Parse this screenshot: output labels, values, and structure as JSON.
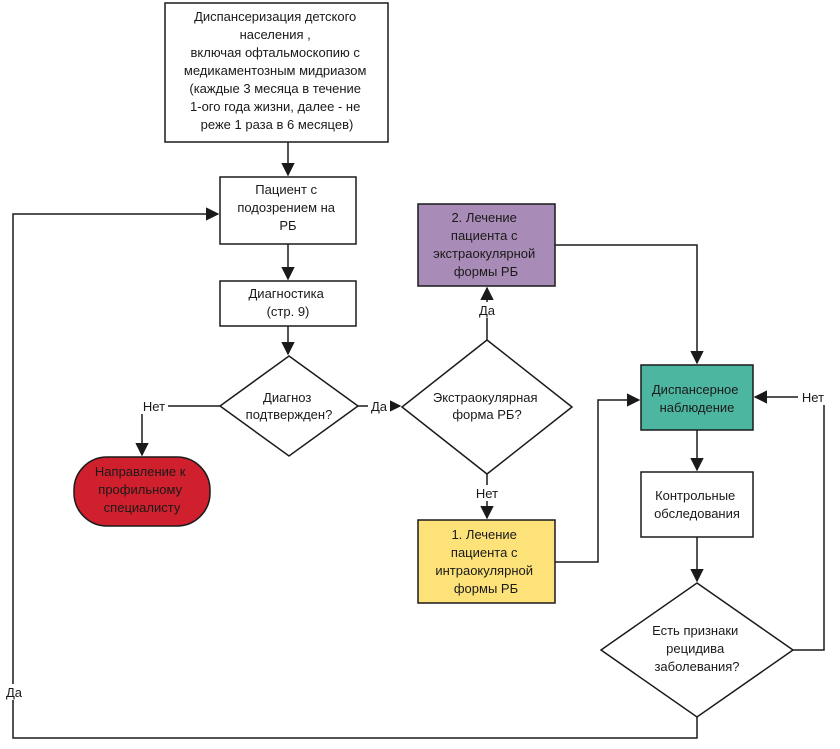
{
  "nodes": {
    "dispensary_children": {
      "lines": [
        "Диспансеризация детского",
        "населения ,",
        "включая офтальмоскопию с",
        "медикаментозным мидриазом",
        "(каждые 3 месяца в течение",
        "1-ого года жизни, далее - не",
        "реже 1 раза в 6 месяцев)"
      ]
    },
    "suspected_patient": {
      "lines": [
        "Пациент с",
        "подозрением на",
        "РБ"
      ]
    },
    "diagnostics": {
      "lines": [
        "Диагностика",
        "(стр. 9)"
      ]
    },
    "diagnosis_confirmed": {
      "lines": [
        "Диагноз",
        "подтвержден?"
      ]
    },
    "referral": {
      "lines": [
        "Направление к",
        "профильному",
        "специалисту"
      ],
      "fill": "#d0202e"
    },
    "extraocular_question": {
      "lines": [
        "Экстраокулярная",
        "форма РБ?"
      ]
    },
    "extraocular_treatment": {
      "lines": [
        "2. Лечение",
        "пациента с",
        "экстраокулярной",
        "формы РБ"
      ],
      "fill": "#a88bb6"
    },
    "intraocular_treatment": {
      "lines": [
        "1. Лечение",
        "пациента с",
        "интраокулярной",
        "формы РБ"
      ],
      "fill": "#fde27a"
    },
    "dispensary_observation": {
      "lines": [
        "Диспансерное",
        "наблюдение"
      ],
      "fill": "#4db6a1"
    },
    "control_exams": {
      "lines": [
        "Контрольные",
        "обследования"
      ]
    },
    "relapse_signs": {
      "lines": [
        "Есть признаки",
        "рецидива",
        "заболевания?"
      ]
    }
  },
  "edge_labels": {
    "diag_no": "Нет",
    "diag_yes": "Да",
    "extra_yes": "Да",
    "extra_no": "Нет",
    "relapse_no": "Нет",
    "relapse_yes": "Да"
  }
}
